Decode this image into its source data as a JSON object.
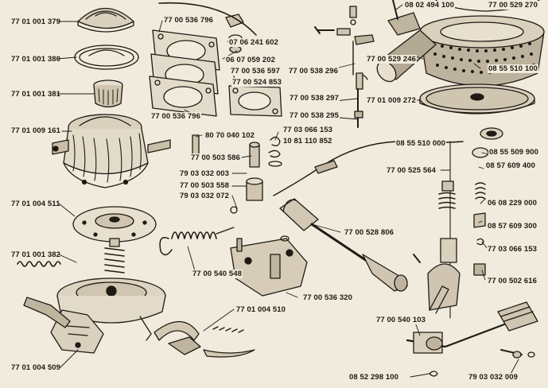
{
  "diagram": {
    "colors": {
      "ink": "#1f1a14",
      "paper": "#f1ebdd",
      "shade": "#8a7f70"
    },
    "parts": [
      {
        "id": "p1",
        "label": "77 01 001 379"
      },
      {
        "id": "p2",
        "label": "77 01 001 380"
      },
      {
        "id": "p3",
        "label": "77 01 001 381"
      },
      {
        "id": "p4",
        "label": "77 01 009 161"
      },
      {
        "id": "p5",
        "label": "77 01 004 511"
      },
      {
        "id": "p6",
        "label": "77 01 001 382"
      },
      {
        "id": "p7",
        "label": "77 01 004 509"
      },
      {
        "id": "p8",
        "label": "77 00 536 796"
      },
      {
        "id": "p9",
        "label": "77 00 536 796"
      },
      {
        "id": "p10",
        "label": "07 06 241 602"
      },
      {
        "id": "p11",
        "label": "06 07 059 202"
      },
      {
        "id": "p12",
        "label": "77 00 536 597"
      },
      {
        "id": "p13",
        "label": "77 00 538 296"
      },
      {
        "id": "p14",
        "label": "77 00 524 853"
      },
      {
        "id": "p15",
        "label": "77 00 538 297"
      },
      {
        "id": "p16",
        "label": "77 00 538 295"
      },
      {
        "id": "p17",
        "label": "08 02 494 100"
      },
      {
        "id": "p18",
        "label": "77 00 529 270"
      },
      {
        "id": "p19",
        "label": "77 00 529 246"
      },
      {
        "id": "p20",
        "label": "08 55 510 100"
      },
      {
        "id": "p21",
        "label": "77 01 009 272"
      },
      {
        "id": "p22",
        "label": "80 70 040 102"
      },
      {
        "id": "p23",
        "label": "77 00 503 586"
      },
      {
        "id": "p24",
        "label": "77 03 066 153"
      },
      {
        "id": "p25",
        "label": "10 81 110 852"
      },
      {
        "id": "p26",
        "label": "79 03 032 003"
      },
      {
        "id": "p27",
        "label": "77 00 503 558"
      },
      {
        "id": "p28",
        "label": "79 03 032 072"
      },
      {
        "id": "p29",
        "label": "08 55 510 000"
      },
      {
        "id": "p30",
        "label": "77 00 525 564"
      },
      {
        "id": "p31",
        "label": "08 55 509 900"
      },
      {
        "id": "p32",
        "label": "08 57 609 400"
      },
      {
        "id": "p33",
        "label": "06 08 229 000"
      },
      {
        "id": "p34",
        "label": "08 57 609 300"
      },
      {
        "id": "p35",
        "label": "77 03 066 153"
      },
      {
        "id": "p36",
        "label": "77 00 528 806"
      },
      {
        "id": "p37",
        "label": "77 00 540 548"
      },
      {
        "id": "p38",
        "label": "77 00 536 320"
      },
      {
        "id": "p39",
        "label": "77 00 502 616"
      },
      {
        "id": "p40",
        "label": "77 01 004 510"
      },
      {
        "id": "p41",
        "label": "77 00 540 103"
      },
      {
        "id": "p42",
        "label": "08 52 298 100"
      },
      {
        "id": "p43",
        "label": "79 03 032 009"
      }
    ]
  }
}
